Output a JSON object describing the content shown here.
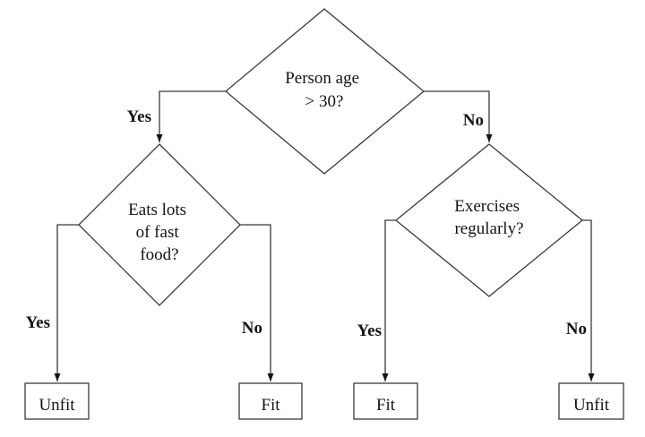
{
  "diagram": {
    "type": "decision-tree-flowchart",
    "colors": {
      "background": "#ffffff",
      "line": "#3a3a3a",
      "text": "#141414"
    },
    "nodes": {
      "root": {
        "shape": "diamond",
        "lines": [
          "Person age",
          "> 30?"
        ]
      },
      "fast_food": {
        "shape": "diamond",
        "lines": [
          "Eats lots",
          "of fast",
          "food?"
        ]
      },
      "exercise": {
        "shape": "diamond",
        "lines": [
          "Exercises",
          "regularly?"
        ]
      },
      "leaf_fastfood_yes": {
        "shape": "rect",
        "label": "Unfit"
      },
      "leaf_fastfood_no": {
        "shape": "rect",
        "label": "Fit"
      },
      "leaf_exercise_yes": {
        "shape": "rect",
        "label": "Fit"
      },
      "leaf_exercise_no": {
        "shape": "rect",
        "label": "Unfit"
      }
    },
    "edges": {
      "root_yes": {
        "label": "Yes",
        "from": "root",
        "to": "fast_food"
      },
      "root_no": {
        "label": "No",
        "from": "root",
        "to": "exercise"
      },
      "fast_food_yes": {
        "label": "Yes",
        "from": "fast_food",
        "to": "leaf_fastfood_yes"
      },
      "fast_food_no": {
        "label": "No",
        "from": "fast_food",
        "to": "leaf_fastfood_no"
      },
      "exercise_yes": {
        "label": "Yes",
        "from": "exercise",
        "to": "leaf_exercise_yes"
      },
      "exercise_no": {
        "label": "No",
        "from": "exercise",
        "to": "leaf_exercise_no"
      }
    }
  }
}
